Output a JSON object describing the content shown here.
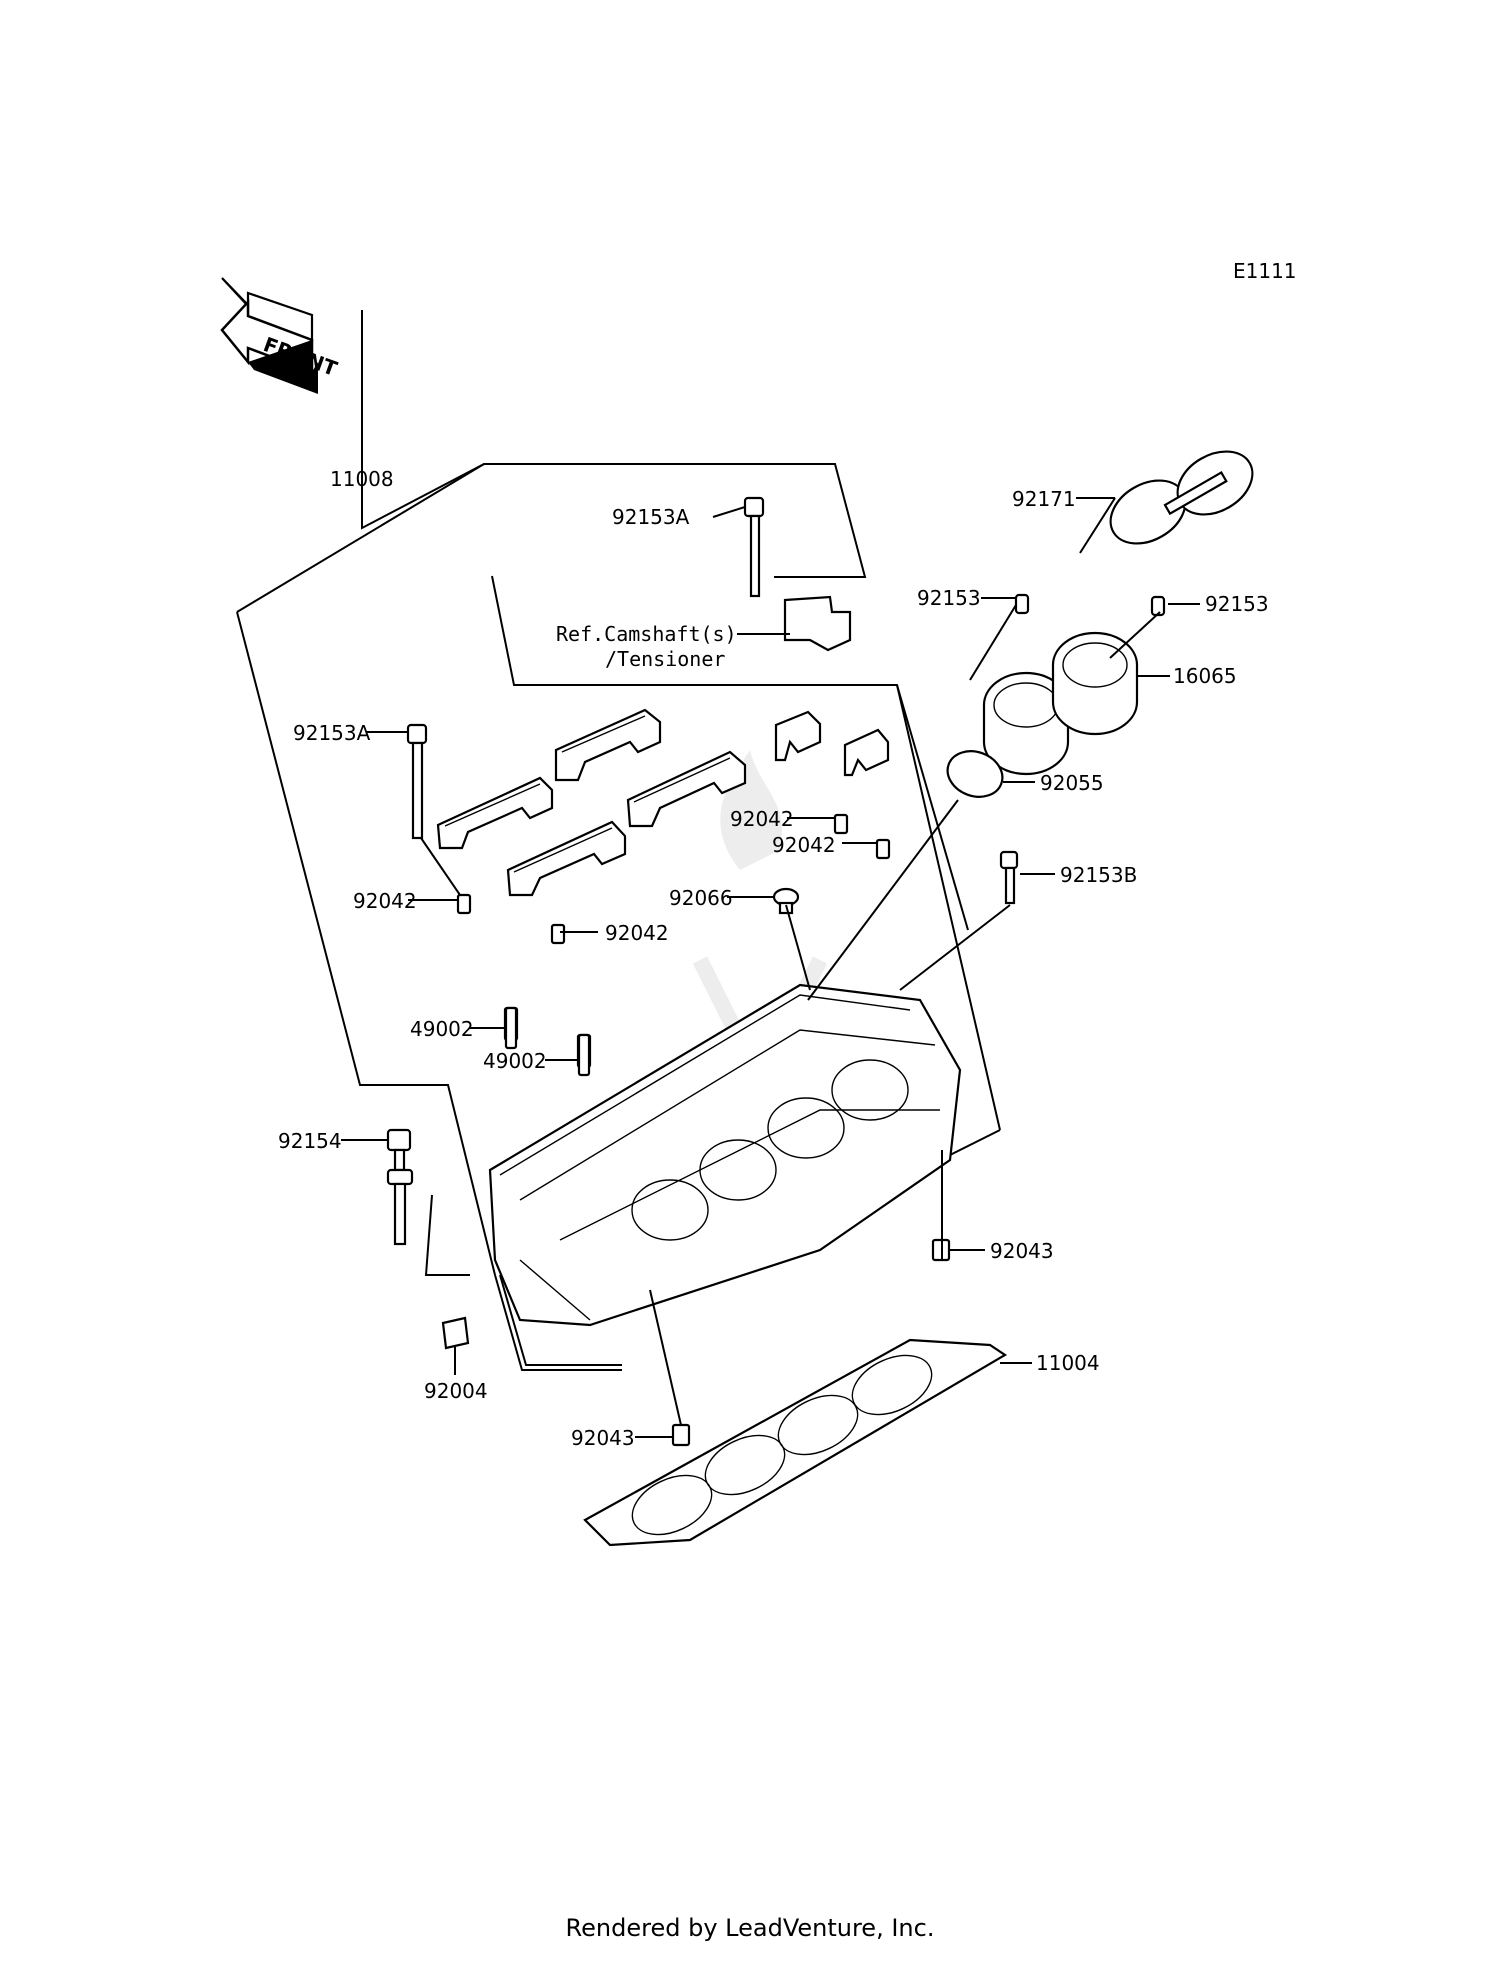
{
  "diagram_code": "E1111",
  "front_arrow_label": "FRONT",
  "reference_note": {
    "line1": "Ref.Camshaft(s)",
    "line2": "/Tensioner"
  },
  "labels": {
    "p11008": "11008",
    "p92153A_top": "92153A",
    "p92153A_left": "92153A",
    "p92171": "92171",
    "p92153_left": "92153",
    "p92153_right": "92153",
    "p16065": "16065",
    "p92055": "92055",
    "p92153B": "92153B",
    "p92042_a": "92042",
    "p92042_b": "92042",
    "p92042_c": "92042",
    "p92042_d": "92042",
    "p92066": "92066",
    "p49002_a": "49002",
    "p49002_b": "49002",
    "p92154": "92154",
    "p92043_right": "92043",
    "p11004": "11004",
    "p92004": "92004",
    "p92043_left": "92043"
  },
  "footer": "Rendered by LeadVenture, Inc."
}
